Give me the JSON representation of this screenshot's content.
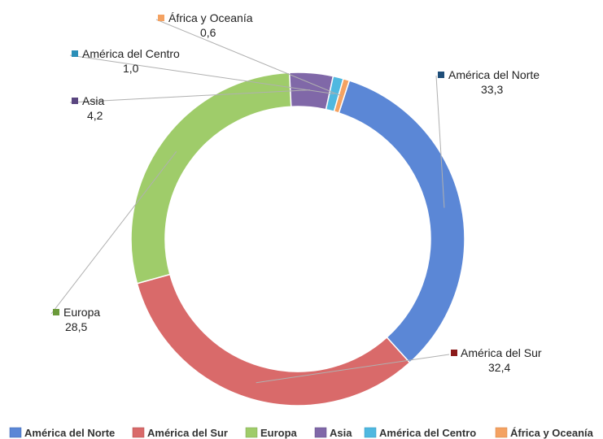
{
  "chart_data": {
    "type": "pie",
    "title": "",
    "series": [
      {
        "name": "América del Norte",
        "value": 33.3,
        "value_label": "33,3",
        "color": "#5B87D6"
      },
      {
        "name": "América del Sur",
        "value": 32.4,
        "value_label": "32,4",
        "color": "#D96A6A"
      },
      {
        "name": "Europa",
        "value": 28.5,
        "value_label": "28,5",
        "color": "#9FCC6A"
      },
      {
        "name": "Asia",
        "value": 4.2,
        "value_label": "4,2",
        "color": "#8068A8"
      },
      {
        "name": "América del Centro",
        "value": 1.0,
        "value_label": "1,0",
        "color": "#4FB8E0"
      },
      {
        "name": "África y Oceanía",
        "value": 0.6,
        "value_label": "0,6",
        "color": "#F4A262"
      }
    ],
    "legend_placement": "bottom"
  }
}
